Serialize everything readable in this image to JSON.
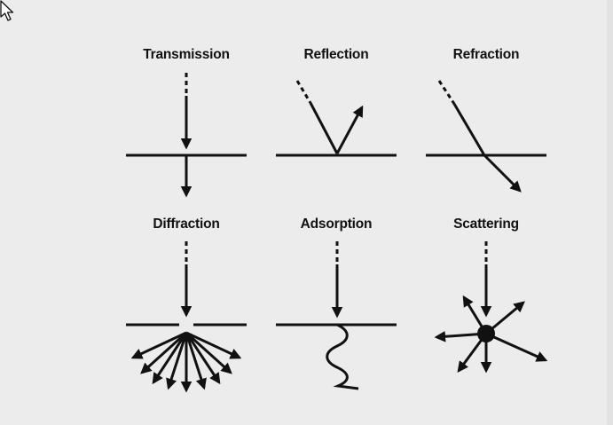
{
  "colors": {
    "background": "#ececec",
    "ink": "#111111"
  },
  "panels": [
    {
      "label": "Transmission"
    },
    {
      "label": "Reflection"
    },
    {
      "label": "Refraction"
    },
    {
      "label": "Diffraction"
    },
    {
      "label": "Adsorption"
    },
    {
      "label": "Scattering"
    }
  ],
  "icons": [
    "mouse-pointer-icon"
  ]
}
